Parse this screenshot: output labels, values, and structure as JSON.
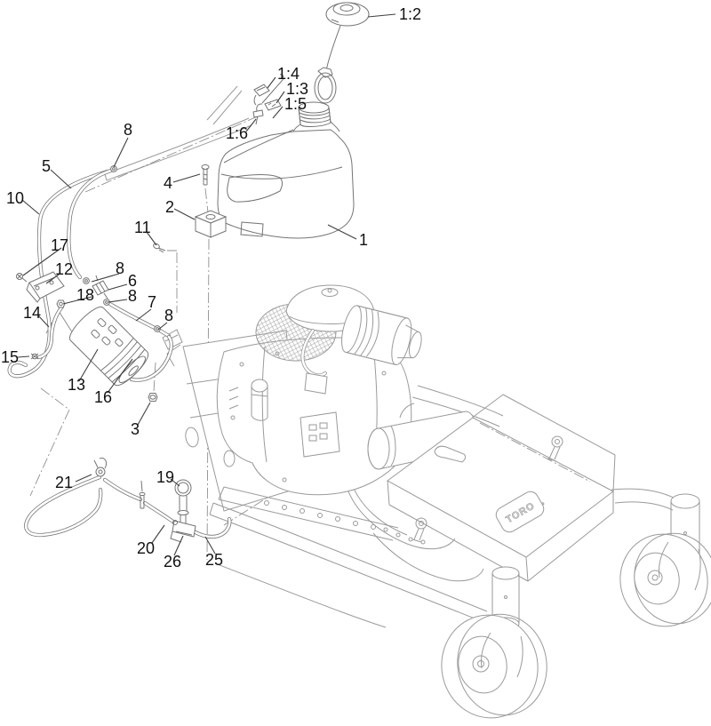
{
  "diagram": {
    "deck_badge": "TORO",
    "colors": {
      "background": "#ffffff",
      "line_context": "#9a9a9a",
      "line_parts": "#747474",
      "label_text": "#111111"
    },
    "callouts": [
      "1:2",
      "1:4",
      "1:3",
      "1:5",
      "1:6",
      "8",
      "5",
      "4",
      "10",
      "2",
      "11",
      "17",
      "12",
      "8",
      "6",
      "18",
      "8",
      "7",
      "8",
      "14",
      "15",
      "13",
      "16",
      "3",
      "21",
      "19",
      "20",
      "26",
      "25",
      "1"
    ]
  }
}
